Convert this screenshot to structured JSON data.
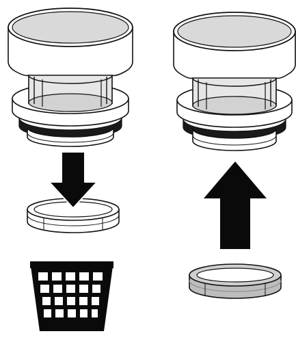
{
  "colors": {
    "background": "#ffffff",
    "outline": "#111111",
    "body_fill": "#ffffff",
    "window_fill": "#e6e6e6",
    "window_inner": "#d2d2d2",
    "top_cap": "#d9d9d9",
    "seal_ring": "#1a1a1a",
    "grey_ring": "#bdbdbd",
    "grey_ring_dark": "#8f8f8f",
    "arrow": "#0a0a0a"
  },
  "panels": [
    {
      "name": "left-step",
      "action": "remove",
      "arrow_direction": "down",
      "detached_part": "clear-ring-cap",
      "bottom_icon": "basket-icon"
    },
    {
      "name": "right-step",
      "action": "attach",
      "arrow_direction": "up",
      "detached_part": "grey-ring"
    }
  ]
}
